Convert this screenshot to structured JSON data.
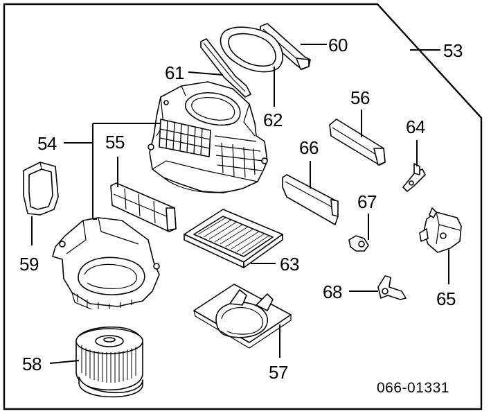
{
  "diagram": {
    "code": "066-01331",
    "callouts": [
      {
        "id": "53",
        "text": "53"
      },
      {
        "id": "54",
        "text": "54"
      },
      {
        "id": "55",
        "text": "55"
      },
      {
        "id": "56",
        "text": "56"
      },
      {
        "id": "57",
        "text": "57"
      },
      {
        "id": "58",
        "text": "58"
      },
      {
        "id": "59",
        "text": "59"
      },
      {
        "id": "60",
        "text": "60"
      },
      {
        "id": "61",
        "text": "61"
      },
      {
        "id": "62",
        "text": "62"
      },
      {
        "id": "63",
        "text": "63"
      },
      {
        "id": "64",
        "text": "64"
      },
      {
        "id": "65",
        "text": "65"
      },
      {
        "id": "66",
        "text": "66"
      },
      {
        "id": "67",
        "text": "67"
      },
      {
        "id": "68",
        "text": "68"
      }
    ]
  }
}
